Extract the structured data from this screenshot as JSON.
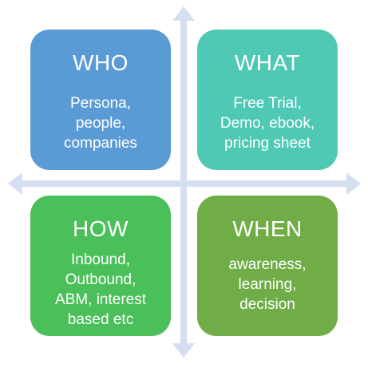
{
  "quadrants": {
    "who": {
      "title": "WHO",
      "body": "Persona,\npeople,\ncompanies",
      "color": "#5b9bd5"
    },
    "what": {
      "title": "WHAT",
      "body": "Free Trial,\nDemo, ebook,\npricing sheet",
      "color": "#4fc9b4"
    },
    "how": {
      "title": "HOW",
      "body": "Inbound,\nOutbound,\nABM, interest\nbased etc",
      "color": "#4bbf59"
    },
    "when": {
      "title": "WHEN",
      "body": "awareness,\nlearning,\ndecision",
      "color": "#70ad47"
    }
  },
  "axes": {
    "color": "#d6dff0"
  }
}
